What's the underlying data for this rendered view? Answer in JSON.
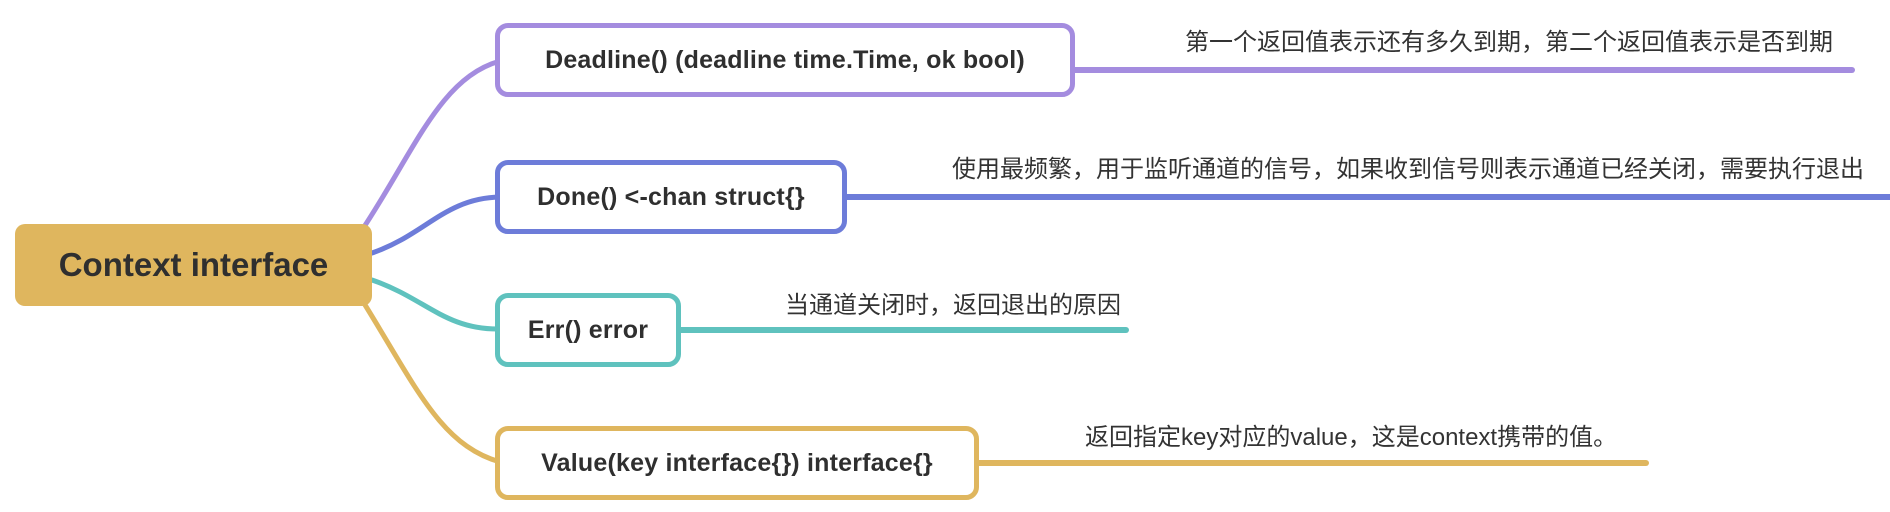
{
  "colors": {
    "background": "#FFFFFF",
    "root_fill": "#DFB65E",
    "node_fill": "#FFFFFF",
    "node_text": "#2F2F2F",
    "note_text": "#333333",
    "deadline": "#A48CDF",
    "done": "#6D7CD9",
    "err": "#5FC2BE",
    "value": "#DFB65E"
  },
  "root": {
    "label": "Context interface"
  },
  "branches": [
    {
      "label": "Deadline() (deadline time.Time, ok bool)",
      "note": "第一个返回值表示还有多久到期，第二个返回值表示是否到期"
    },
    {
      "label": "Done() <-chan struct{}",
      "note": "使用最频繁，用于监听通道的信号，如果收到信号则表示通道已经关闭，需要执行退出"
    },
    {
      "label": "Err() error",
      "note": "当通道关闭时，返回退出的原因"
    },
    {
      "label": "Value(key interface{}) interface{}",
      "note": "返回指定key对应的value，这是context携带的值。"
    }
  ]
}
